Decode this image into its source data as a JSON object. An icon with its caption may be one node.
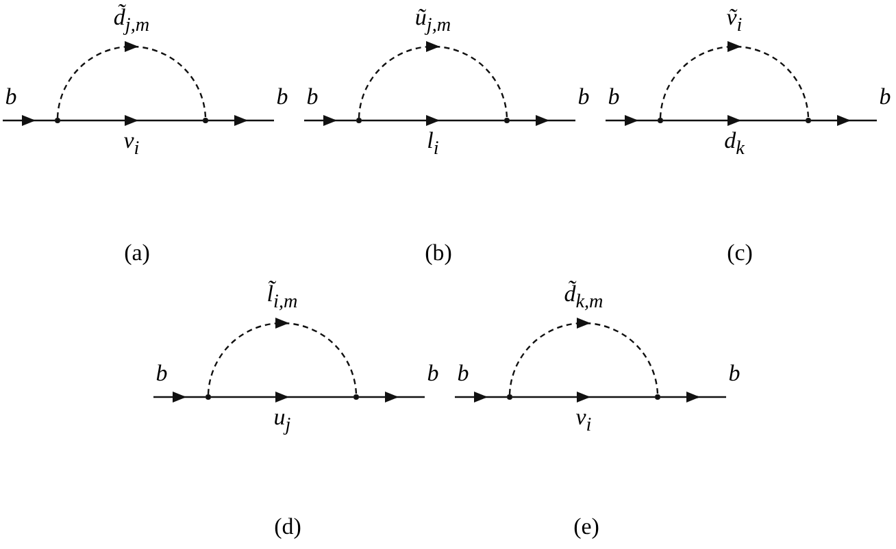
{
  "diagram": {
    "nodes": [
      {
        "text": [],
        "shape": "circle"
      },
      {
        "text": [],
        "shape": "circle"
      },
      {
        "text": [],
        "shape": "circle"
      },
      {
        "text": [],
        "shape": "circle"
      },
      {
        "text": [],
        "shape": "circle"
      },
      {
        "text": [],
        "shape": "circle"
      },
      {
        "text": [],
        "shape": "circle"
      },
      {
        "text": [],
        "shape": "circle"
      },
      {
        "text": [],
        "shape": "circle"
      },
      {
        "text": [],
        "shape": "circle"
      }
    ],
    "edges": [
      {
        "from": null,
        "to": 0,
        "arrow": "to",
        "label": "b"
      },
      {
        "from": 0,
        "to": 1,
        "arrow": "to",
        "label": "v$_{i}$"
      },
      {
        "from": 0,
        "to": 1,
        "arrow": "to",
        "style": "dashed",
        "label": "d̃$_{j,m}$"
      },
      {
        "from": 1,
        "to": null,
        "arrow": "to",
        "label": "b"
      },
      {
        "from": null,
        "to": 2,
        "arrow": "to",
        "label": "b"
      },
      {
        "from": 2,
        "to": 3,
        "arrow": "to",
        "label": "l$_{i}$"
      },
      {
        "from": 2,
        "to": 3,
        "arrow": "to",
        "style": "dashed",
        "label": "ũ$_{j,m}$"
      },
      {
        "from": 3,
        "to": null,
        "arrow": "to",
        "label": "b"
      },
      {
        "from": null,
        "to": 4,
        "arrow": "to",
        "label": "b"
      },
      {
        "from": 4,
        "to": 5,
        "arrow": "to",
        "label": "d$_{k}$"
      },
      {
        "from": 4,
        "to": 5,
        "arrow": "to",
        "style": "dashed",
        "label": "ṽ$_{i}$"
      },
      {
        "from": 5,
        "to": null,
        "arrow": "to",
        "label": "b"
      },
      {
        "from": null,
        "to": 6,
        "arrow": "to",
        "label": "b"
      },
      {
        "from": 6,
        "to": 7,
        "arrow": "to",
        "label": "u$_{j}$"
      },
      {
        "from": 6,
        "to": 7,
        "arrow": "to",
        "style": "dashed",
        "label": "l̃$_{i,m}$"
      },
      {
        "from": 7,
        "to": null,
        "arrow": "to",
        "label": "b"
      },
      {
        "from": null,
        "to": 8,
        "arrow": "to",
        "label": "b"
      },
      {
        "from": 8,
        "to": 9,
        "arrow": "to",
        "label": "v$_{i}$"
      },
      {
        "from": 8,
        "to": 9,
        "arrow": "to",
        "style": "dashed",
        "label": "d̃$_{k,m}$"
      },
      {
        "from": 9,
        "to": null,
        "arrow": "to",
        "label": "b"
      }
    ],
    "labels": [
      "(a)",
      "(b)",
      "(c)",
      "(d)",
      "(e)"
    ]
  }
}
